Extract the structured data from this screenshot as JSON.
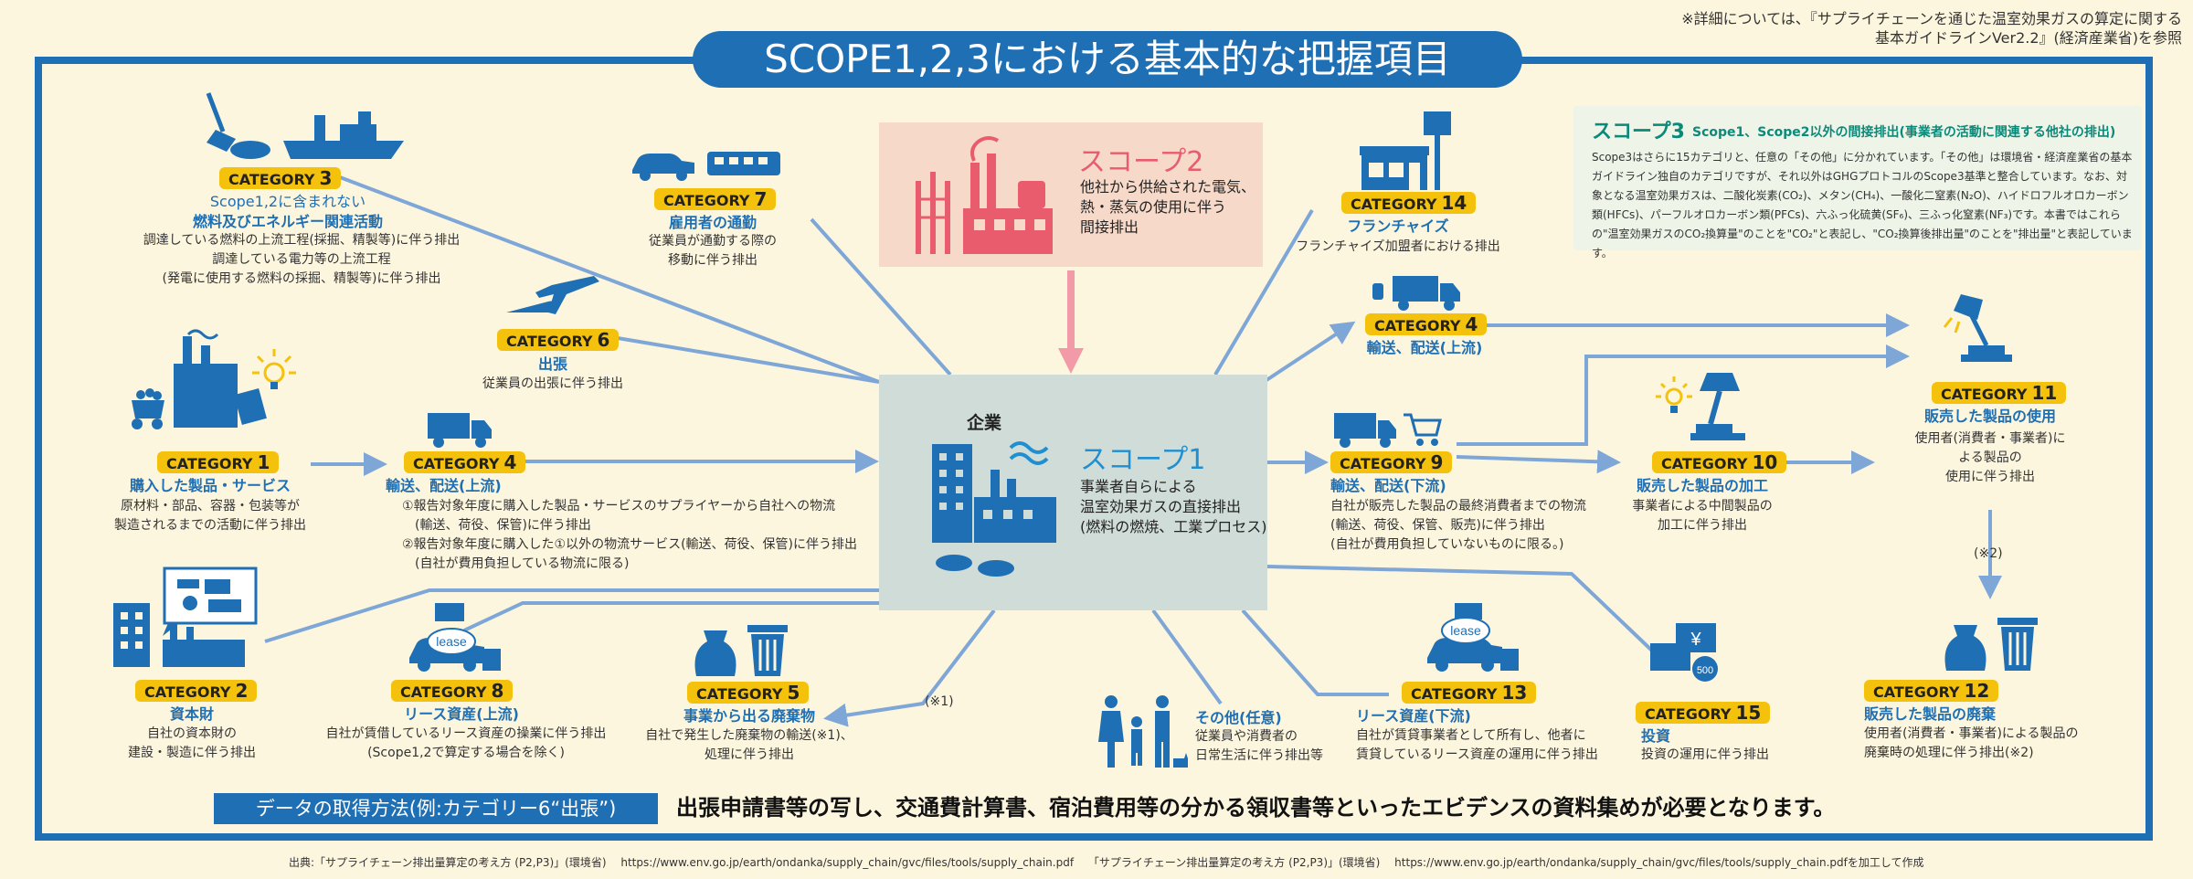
{
  "header": {
    "title": "SCOPE1,2,3における基本的な把握項目",
    "note": "※詳細については、『サプライチェーンを通じた温室効果ガスの算定に関する基本ガイドラインVer2.2』(経済産業省)を参照"
  },
  "scope2": {
    "title": "スコープ2",
    "desc": [
      "他社から供給された電気、",
      "熱・蒸気の使用に伴う",
      "間接排出"
    ]
  },
  "company": {
    "label": "企業",
    "scope1_title": "スコープ1",
    "scope1_desc": [
      "事業者自らによる",
      "温室効果ガスの直接排出",
      "(燃料の燃焼、工業プロセス)"
    ]
  },
  "scope3": {
    "title": "スコープ3",
    "subtitle": "Scope1、Scope2以外の間接排出(事業者の活動に関連する他社の排出)",
    "body": "Scope3はさらに15カテゴリと、任意の「その他」に分かれています。「その他」は環境省・経済産業省の基本ガイドライン独自のカテゴリですが、それ以外はGHGプロトコルのScope3基準と整合しています。なお、対象となる温室効果ガスは、二酸化炭素(CO₂)、メタン(CH₄)、一酸化二窒素(N₂O)、ハイドロフルオロカーボン類(HFCs)、パーフルオロカーボン類(PFCs)、六ふっ化硫黄(SF₆)、三ふっ化窒素(NF₃)です。本書ではこれらの\"温室効果ガスのCO₂換算量\"のことを\"CO₂\"と表記し、\"CO₂換算後排出量\"のことを\"排出量\"と表記しています。"
  },
  "badge_word": "CATEGORY",
  "categories": {
    "c1": {
      "num": "1",
      "title": "購入した製品・サービス",
      "desc": [
        "原材料・部品、容器・包装等が",
        "製造されるまでの活動に伴う排出"
      ]
    },
    "c2": {
      "num": "2",
      "title": "資本財",
      "desc": [
        "自社の資本財の",
        "建設・製造に伴う排出"
      ]
    },
    "c3": {
      "num": "3",
      "title1": "Scope1,2に含まれない",
      "title2": "燃料及びエネルギー関連活動",
      "desc": [
        "調達している燃料の上流工程(採掘、精製等)に伴う排出",
        "調達している電力等の上流工程",
        "(発電に使用する燃料の採掘、精製等)に伴う排出"
      ]
    },
    "c4a": {
      "num": "4",
      "title": "輸送、配送(上流)",
      "desc": [
        "①報告対象年度に購入した製品・サービスのサプライヤーから自社への物流",
        "　(輸送、荷役、保管)に伴う排出",
        "②報告対象年度に購入した①以外の物流サービス(輸送、荷役、保管)に伴う排出",
        "　(自社が費用負担している物流に限る)"
      ]
    },
    "c4b": {
      "num": "4",
      "title": "輸送、配送(上流)"
    },
    "c5": {
      "num": "5",
      "title": "事業から出る廃棄物",
      "desc": [
        "自社で発生した廃棄物の輸送(※1)、",
        "処理に伴う排出"
      ]
    },
    "c6": {
      "num": "6",
      "title": "出張",
      "desc": [
        "従業員の出張に伴う排出"
      ]
    },
    "c7": {
      "num": "7",
      "title": "雇用者の通勤",
      "desc": [
        "従業員が通勤する際の",
        "移動に伴う排出"
      ]
    },
    "c8": {
      "num": "8",
      "title": "リース資産(上流)",
      "desc": [
        "自社が賃借しているリース資産の操業に伴う排出",
        "(Scope1,2で算定する場合を除く)"
      ]
    },
    "c9": {
      "num": "9",
      "title": "輸送、配送(下流)",
      "desc": [
        "自社が販売した製品の最終消費者までの物流",
        "(輸送、荷役、保管、販売)に伴う排出",
        "(自社が費用負担していないものに限る。)"
      ]
    },
    "c10": {
      "num": "10",
      "title": "販売した製品の加工",
      "desc": [
        "事業者による中間製品の",
        "加工に伴う排出"
      ]
    },
    "c11": {
      "num": "11",
      "title": "販売した製品の使用",
      "desc": [
        "使用者(消費者・事業者)に",
        "よる製品の",
        "使用に伴う排出"
      ]
    },
    "c12": {
      "num": "12",
      "title": "販売した製品の廃棄",
      "desc": [
        "使用者(消費者・事業者)による製品の",
        "廃棄時の処理に伴う排出(※2)"
      ]
    },
    "c13": {
      "num": "13",
      "title": "リース資産(下流)",
      "desc": [
        "自社が賃貸事業者として所有し、他者に",
        "賃貸しているリース資産の運用に伴う排出"
      ]
    },
    "c14": {
      "num": "14",
      "title": "フランチャイズ",
      "desc": [
        "フランチャイズ加盟者における排出"
      ]
    },
    "c15": {
      "num": "15",
      "title": "投資",
      "desc": [
        "投資の運用に伴う排出"
      ]
    },
    "other": {
      "title": "その他(任意)",
      "desc": [
        "従業員や消費者の",
        "日常生活に伴う排出等"
      ]
    }
  },
  "notes": {
    "n1": "(※1)",
    "n2": "(※2)",
    "lease": "lease",
    "coin": "500",
    "yen": "¥"
  },
  "method": {
    "label": "データの取得方法(例:カテゴリー6“出張”)",
    "text": "出張申請書等の写し、交通費計算書、宿泊費用等の分かる領収書等といったエビデンスの資料集めが必要となります。"
  },
  "source": "出典:「サプライチェーン排出量算定の考え方 (P2,P3)」(環境省)　 https://www.env.go.jp/earth/ondanka/supply_chain/gvc/files/tools/supply_chain.pdf　 「サプライチェーン排出量算定の考え方 (P2,P3)」(環境省)　 https://www.env.go.jp/earth/ondanka/supply_chain/gvc/files/tools/supply_chain.pdfを加工して作成",
  "colors": {
    "blue": "#1f6fb4",
    "yellow": "#f4c20d",
    "pink": "#e85c6e",
    "line": "#7ea7d8",
    "bg": "#fdf6df"
  }
}
